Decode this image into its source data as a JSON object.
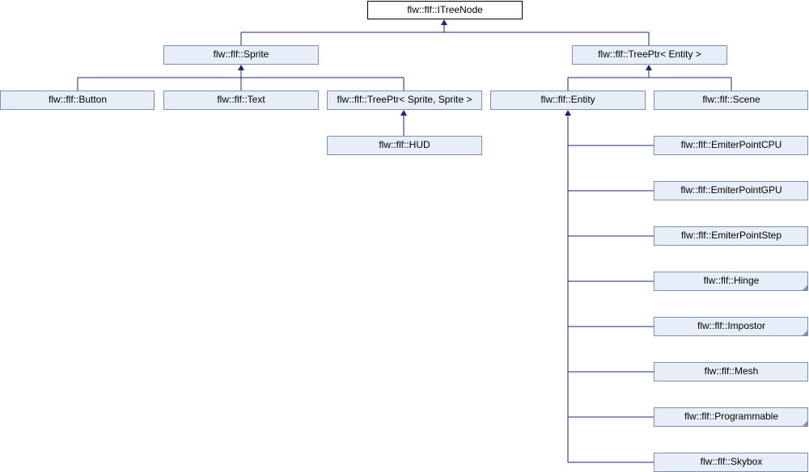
{
  "diagram": {
    "root": "flw::flf::ITreeNode",
    "sprite": "flw::flf::Sprite",
    "tree_ptr_entity": "flw::flf::TreePtr< Entity >",
    "button": "flw::flf::Button",
    "text": "flw::flf::Text",
    "tree_ptr_sprite": "flw::flf::TreePtr< Sprite, Sprite >",
    "hud": "flw::flf::HUD",
    "entity": "flw::flf::Entity",
    "scene": "flw::flf::Scene",
    "emiter_point_cpu": "flw::flf::EmiterPointCPU",
    "emiter_point_gpu": "flw::flf::EmiterPointGPU",
    "emiter_point_step": "flw::flf::EmiterPointStep",
    "hinge": "flw::flf::Hinge",
    "impostor": "flw::flf::Impostor",
    "mesh": "flw::flf::Mesh",
    "programmable": "flw::flf::Programmable",
    "skybox": "flw::flf::Skybox"
  },
  "colors": {
    "node_fill": "#e8eef7",
    "node_border": "#7b8fb6",
    "edge": "#1a237e"
  }
}
